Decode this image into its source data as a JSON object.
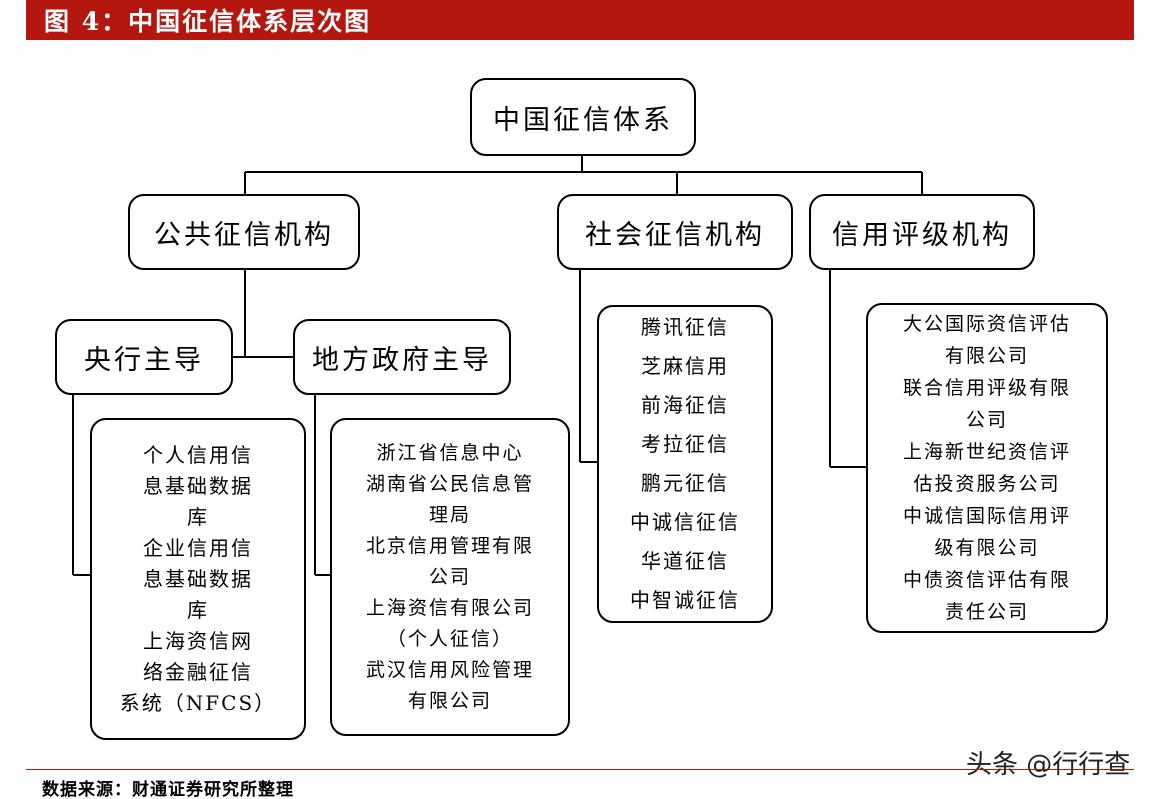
{
  "header": {
    "title": "图 4：中国征信体系层次图"
  },
  "root": {
    "label": "中国征信体系"
  },
  "categories": {
    "public": {
      "label": "公共征信机构"
    },
    "social": {
      "label": "社会征信机构"
    },
    "rating": {
      "label": "信用评级机构"
    }
  },
  "public_subs": {
    "central_bank": {
      "label": "央行主导"
    },
    "local_gov": {
      "label": "地方政府主导"
    }
  },
  "lists": {
    "central_bank": [
      "个人信用信",
      "息基础数据",
      "库",
      "企业信用信",
      "息基础数据",
      "库",
      "上海资信网",
      "络金融征信",
      "系统（NFCS）"
    ],
    "local_gov": [
      "浙江省信息中心",
      "湖南省公民信息管",
      "理局",
      "北京信用管理有限",
      "公司",
      "上海资信有限公司",
      "（个人征信）",
      "武汉信用风险管理",
      "有限公司"
    ],
    "social": [
      "腾讯征信",
      "芝麻信用",
      "前海征信",
      "考拉征信",
      "鹏元征信",
      "中诚信征信",
      "华道征信",
      "中智诚征信"
    ],
    "rating": [
      "大公国际资信评估",
      "有限公司",
      "联合信用评级有限",
      "公司",
      "上海新世纪资信评",
      "估投资服务公司",
      "中诚信国际信用评",
      "级有限公司",
      "中债资信评估有限",
      "责任公司"
    ]
  },
  "footer": {
    "source": "数据来源：财通证券研究所整理",
    "watermark": "头条 @行行查"
  }
}
